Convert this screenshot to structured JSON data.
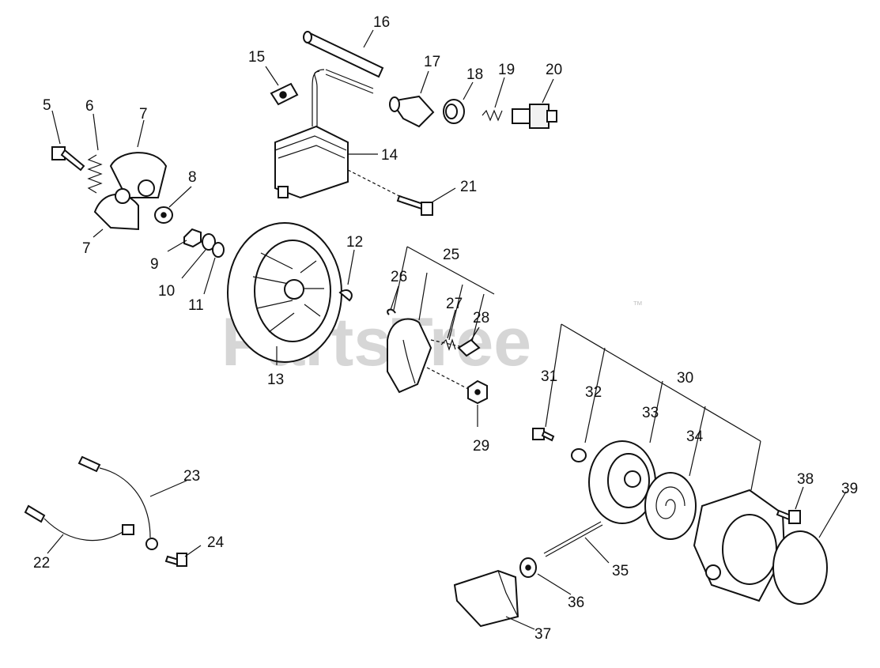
{
  "watermark": {
    "text": "PartsTree",
    "trademark": "™"
  },
  "labels": [
    {
      "id": "5",
      "text": "5"
    },
    {
      "id": "6",
      "text": "6"
    },
    {
      "id": "7a",
      "text": "7"
    },
    {
      "id": "7b",
      "text": "7"
    },
    {
      "id": "8",
      "text": "8"
    },
    {
      "id": "9",
      "text": "9"
    },
    {
      "id": "10",
      "text": "10"
    },
    {
      "id": "11",
      "text": "11"
    },
    {
      "id": "12",
      "text": "12"
    },
    {
      "id": "13",
      "text": "13"
    },
    {
      "id": "14",
      "text": "14"
    },
    {
      "id": "15",
      "text": "15"
    },
    {
      "id": "16",
      "text": "16"
    },
    {
      "id": "17",
      "text": "17"
    },
    {
      "id": "18",
      "text": "18"
    },
    {
      "id": "19",
      "text": "19"
    },
    {
      "id": "20",
      "text": "20"
    },
    {
      "id": "21",
      "text": "21"
    },
    {
      "id": "22",
      "text": "22"
    },
    {
      "id": "23",
      "text": "23"
    },
    {
      "id": "24",
      "text": "24"
    },
    {
      "id": "25",
      "text": "25"
    },
    {
      "id": "26",
      "text": "26"
    },
    {
      "id": "27",
      "text": "27"
    },
    {
      "id": "28",
      "text": "28"
    },
    {
      "id": "29",
      "text": "29"
    },
    {
      "id": "30",
      "text": "30"
    },
    {
      "id": "31",
      "text": "31"
    },
    {
      "id": "32",
      "text": "32"
    },
    {
      "id": "33",
      "text": "33"
    },
    {
      "id": "34",
      "text": "34"
    },
    {
      "id": "35",
      "text": "35"
    },
    {
      "id": "36",
      "text": "36"
    },
    {
      "id": "37",
      "text": "37"
    },
    {
      "id": "38",
      "text": "38"
    },
    {
      "id": "39",
      "text": "39"
    }
  ]
}
